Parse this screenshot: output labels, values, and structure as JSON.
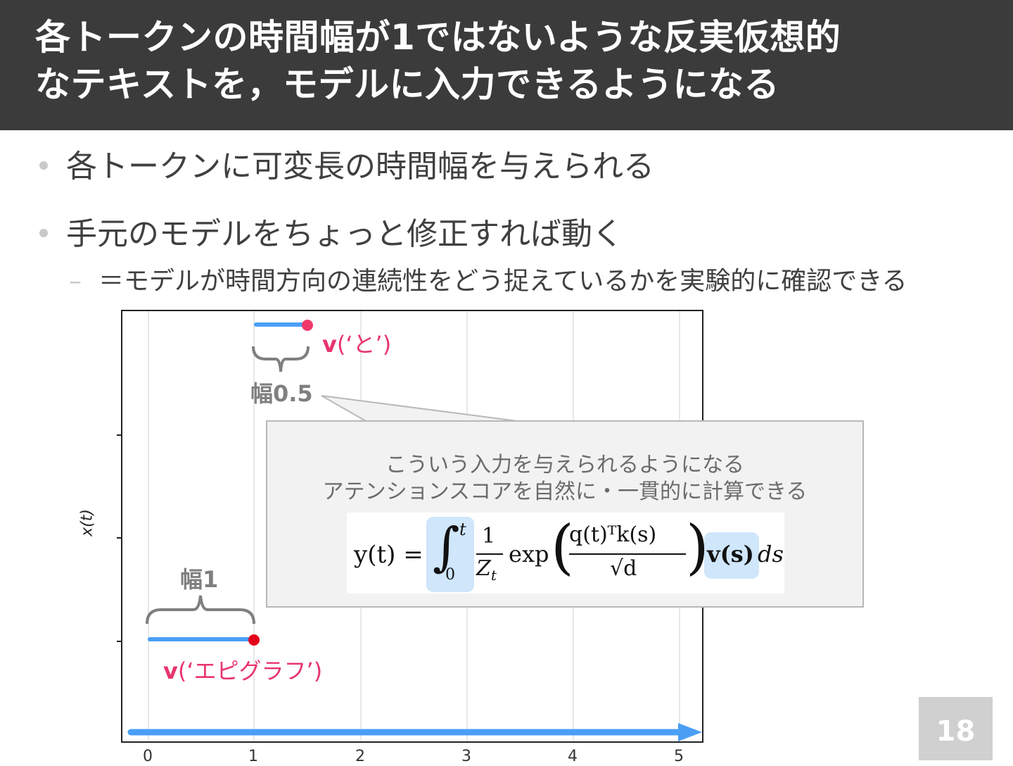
{
  "slide": {
    "title_lines": [
      "各トークンの時間幅が1ではないような反実仮想的",
      "なテキストを，モデルに入力できるようになる"
    ],
    "bullets": [
      "各トークンに可変長の時間幅を与えられる",
      "手元のモデルをちょっと修正すれば動く"
    ],
    "sub_bullet": {
      "dash": "–",
      "text": "＝モデルが時間方向の連続性をどう捉えているかを実験的に確認できる"
    },
    "page_number": "18"
  },
  "figure": {
    "ylabel": "x(t)",
    "xticks": [
      "0",
      "1",
      "2",
      "3",
      "4",
      "5"
    ],
    "token_to": {
      "label_v": "v",
      "label_arg": "(‘と’)",
      "width_label": "幅0.5",
      "start": 1,
      "end": 1.5,
      "dot_color": "#f0386a"
    },
    "token_epigraph": {
      "label_v": "v",
      "label_arg": "(‘エピグラフ’)",
      "width_label": "幅1",
      "start": 0,
      "end": 1,
      "dot_color": "#e3001b"
    },
    "line_color": "#4a9ff5"
  },
  "callout": {
    "line1": "こういう入力を与えられるようになる",
    "line2": "アテンションスコアを自然に・一貫的に計算できる",
    "formula": {
      "lhs": "y(t) =",
      "integral_upper": "t",
      "integral_lower": "0",
      "frac_num": "1",
      "frac_den": "Z",
      "frac_den_sub": "t",
      "exp": "exp",
      "inner_num": "q(t)ᵀk(s)",
      "inner_den": "√d",
      "v_term": "v(s)",
      "ds": "ds",
      "highlight_color": "#cfe6fb"
    }
  }
}
